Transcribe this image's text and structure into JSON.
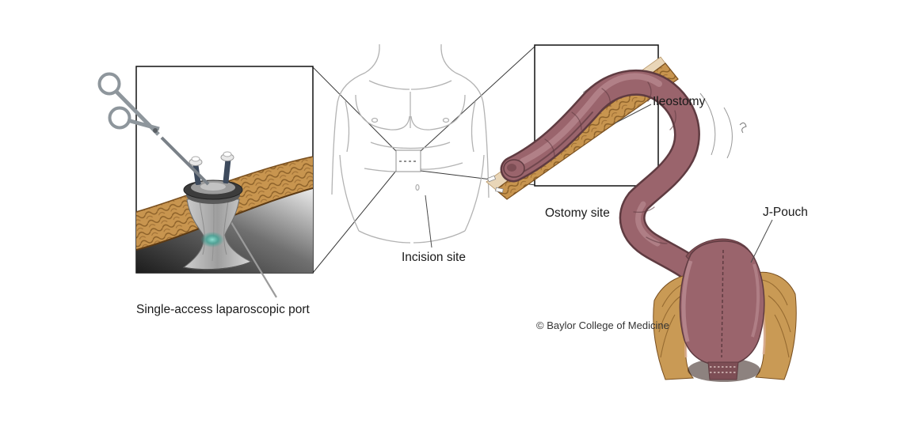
{
  "figure": {
    "credit": "© Baylor College of Medicine"
  },
  "labels": {
    "port": "Single-access laparoscopic port",
    "incision_site": "Incision site",
    "ileostomy": "Ileostomy",
    "ostomy_site": "Ostomy site",
    "j_pouch": "J-Pouch"
  },
  "colors": {
    "muscle-tan": "#c8954f",
    "muscle-dark": "#7a5020",
    "skin-beige": "#e9d6b8",
    "bowel-base": "#9a646c",
    "bowel-dark": "#5f3b41",
    "bowel-highlight": "#c4989e",
    "glow-teal": "#3fa193",
    "sketch-gray": "#b3b3b3",
    "line-black": "#1a1a1a"
  }
}
